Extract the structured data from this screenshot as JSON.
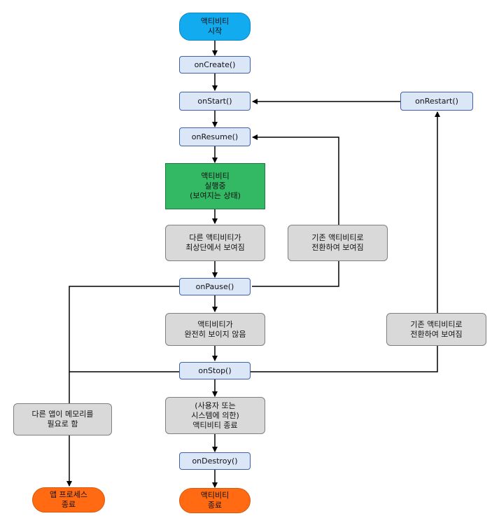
{
  "nodes": {
    "start": "액티비티\n시작",
    "on_create": "onCreate()",
    "on_start": "onStart()",
    "on_restart": "onRestart()",
    "on_resume": "onResume()",
    "running": "액티비티\n실행중\n(보여지는 상태)",
    "other_on_top": "다른 액티비티가\n최상단에서 보여짐",
    "back_to_activity_resume": "기존 액티비티로\n전환하여 보여짐",
    "on_pause": "onPause()",
    "not_visible": "액티비티가\n완전히 보이지 않음",
    "back_to_activity_restart": "기존 액티비티로\n전환하여 보여짐",
    "on_stop": "onStop()",
    "memory_needed": "다른 앱이 메모리를\n필요로 함",
    "finishing": "(사용자 또는\n시스템에 의한)\n액티비티 종료",
    "on_destroy": "onDestroy()",
    "process_killed": "앱 프로세스\n종료",
    "shut_down": "액티비티\n종료"
  },
  "colors": {
    "method_fill": "#dbe6f6",
    "method_border": "#3f62a6",
    "note_fill": "#d9d9d9",
    "start_fill": "#12abf0",
    "running_fill": "#33b864",
    "end_fill": "#ff6a13",
    "line": "#000000"
  }
}
